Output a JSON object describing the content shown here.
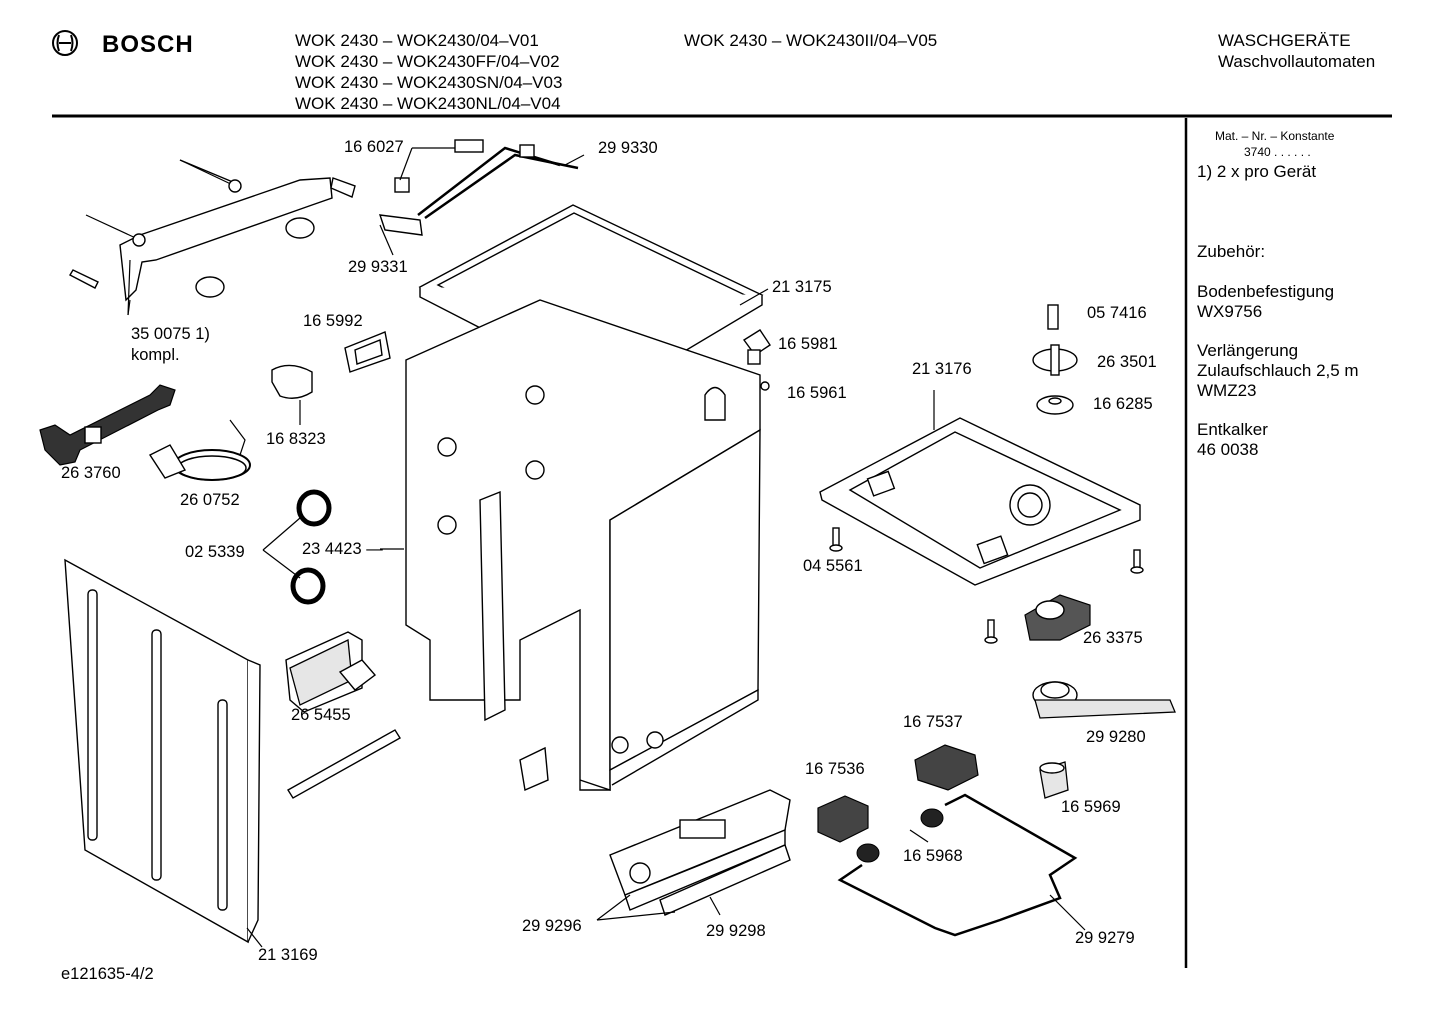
{
  "header": {
    "brand": "BOSCH",
    "models_left": [
      "WOK 2430 – WOK2430/04–V01",
      "WOK 2430 – WOK2430FF/04–V02",
      "WOK 2430 – WOK2430SN/04–V03",
      "WOK 2430 – WOK2430NL/04–V04"
    ],
    "models_right": "WOK 2430 – WOK2430II/04–V05",
    "category": "WASCHGERÄTE",
    "subcategory": "Waschvollautomaten"
  },
  "sidebar": {
    "mat_label": "Mat. – Nr. – Konstante",
    "mat_value": "3740 . . . . . .",
    "note": "1) 2 x pro Gerät",
    "zubehoer_title": "Zubehör:",
    "items": [
      {
        "name": "Bodenbefestigung",
        "code": "WX9756"
      },
      {
        "name": "Verlängerung Zulaufschlauch 2,5 m",
        "line1": "Verlängerung",
        "line2": "Zulaufschlauch 2,5 m",
        "code": "WMZ23"
      },
      {
        "name": "Entkalker",
        "code": "46 0038"
      }
    ]
  },
  "parts": {
    "p166027": "16 6027",
    "p299330": "29 9330",
    "p299331": "29 9331",
    "p213175": "21 3175",
    "p165992": "16 5992",
    "p350075": "35 0075 1)",
    "p350075b": "kompl.",
    "p165981": "16 5981",
    "p165961": "16 5961",
    "p057416": "05 7416",
    "p263501": "26 3501",
    "p166285": "16 6285",
    "p213176": "21 3176",
    "p168323": "16 8323",
    "p263760": "26 3760",
    "p260752": "26 0752",
    "p025339": "02 5339",
    "p234423": "23 4423 —",
    "p045561": "04 5561",
    "p263375": "26 3375",
    "p265455": "26 5455",
    "p167537": "16 7537",
    "p299280": "29 9280",
    "p167536": "16 7536",
    "p165969": "16 5969",
    "p165968": "16 5968",
    "p299296": "29 9296",
    "p299298": "29 9298",
    "p299279": "29 9279",
    "p213169": "21 3169"
  },
  "footer": {
    "doc_id": "e121635-4/2"
  }
}
